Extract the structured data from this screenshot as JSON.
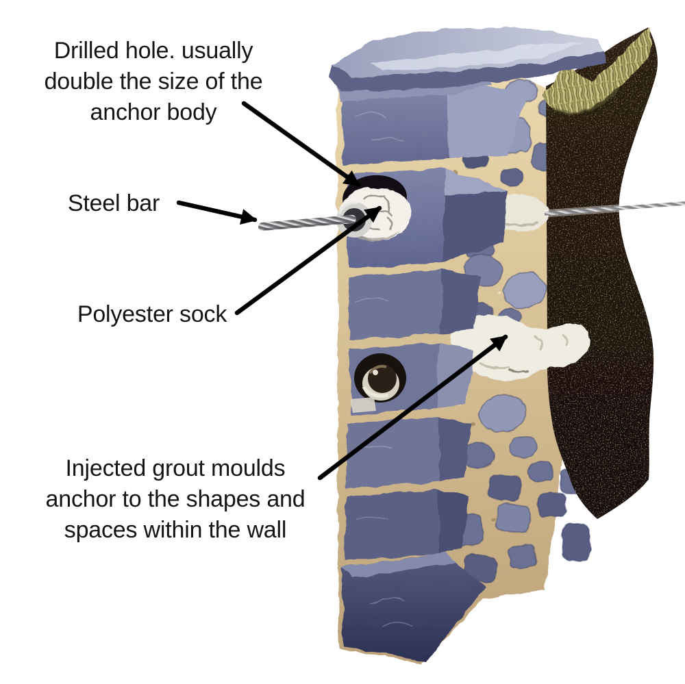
{
  "diagram": {
    "labels": {
      "drilled_hole": {
        "lines": [
          "Drilled hole. usually",
          "double the size of the",
          "anchor body"
        ]
      },
      "steel_bar": {
        "lines": [
          "Steel bar"
        ]
      },
      "polyester_sock": {
        "lines": [
          "Polyester sock"
        ]
      },
      "injected_grout": {
        "lines": [
          "Injected grout moulds",
          "anchor to the shapes and",
          "spaces within the wall"
        ]
      }
    },
    "colors": {
      "background": "#ffffff",
      "text": "#141414",
      "arrow": "#000000",
      "stone_light": "#aab0cb",
      "stone_mid": "#757b9e",
      "stone_dark": "#4a4f72",
      "stone_darkest": "#2e3354",
      "mortar_tan": "#d6bf92",
      "grout_white": "#efece2",
      "earth_brown": "#1d130c",
      "grass_olive": "#b3ab6c",
      "steel_grey": "#bcbcbc"
    }
  }
}
